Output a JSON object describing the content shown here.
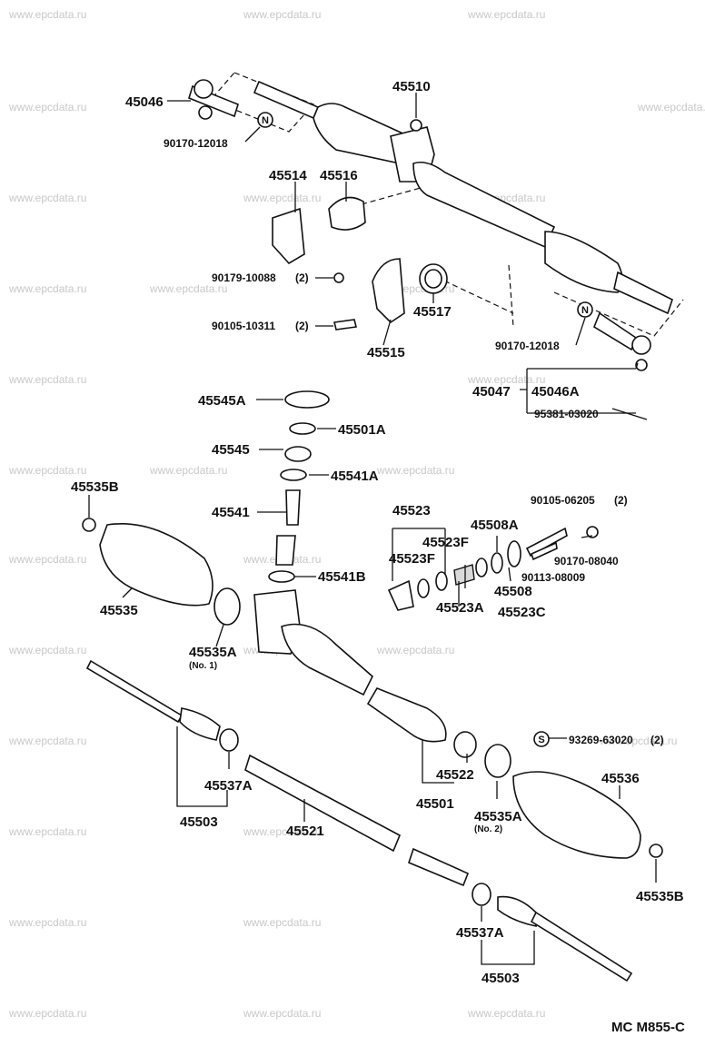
{
  "watermark": "www.epcdata.ru",
  "diagram_code": "MC M855-C",
  "parts": {
    "p45046": "45046",
    "p45510": "45510",
    "p90170_12018_a": "90170-12018",
    "p45514": "45514",
    "p45516": "45516",
    "p90179_10088": "90179-10088",
    "p90105_10311": "90105-10311",
    "qty2": "(2)",
    "p45515": "45515",
    "p45517": "45517",
    "p90170_12018_b": "90170-12018",
    "p45047": "45047",
    "p45046A": "45046A",
    "p95381_03020": "95381-03020",
    "p45545A": "45545A",
    "p45501A": "45501A",
    "p45545": "45545",
    "p45541A": "45541A",
    "p45541": "45541",
    "p45541B": "45541B",
    "p45535B_a": "45535B",
    "p45535": "45535",
    "p45535A_1": "45535A",
    "no1": "(No. 1)",
    "p45523": "45523",
    "p45523F_a": "45523F",
    "p45523F_b": "45523F",
    "p45523A": "45523A",
    "p45523C": "45523C",
    "p45508": "45508",
    "p45508A": "45508A",
    "p90105_06205": "90105-06205",
    "p90170_08040": "90170-08040",
    "p90113_08009": "90113-08009",
    "p93269_63020": "93269-63020",
    "p45522": "45522",
    "p45501": "45501",
    "p45535A_2": "45535A",
    "no2": "(No. 2)",
    "p45536": "45536",
    "p45535B_b": "45535B",
    "p45537A_a": "45537A",
    "p45503_a": "45503",
    "p45521": "45521",
    "p45537A_b": "45537A",
    "p45503_b": "45503"
  },
  "symbols": {
    "n_a": "N",
    "n_b": "N",
    "s": "S"
  }
}
